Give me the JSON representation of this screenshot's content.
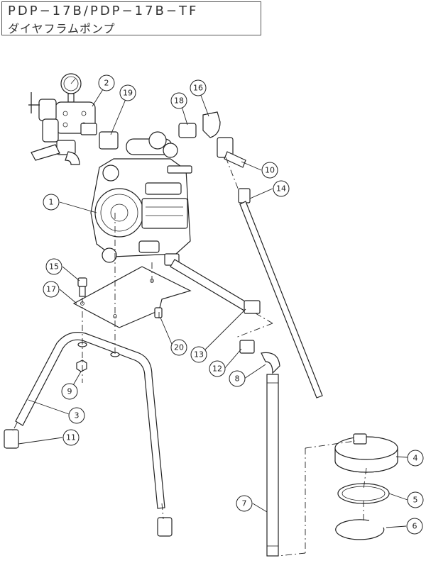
{
  "title": {
    "model": "PDP−17B/PDP−17B−TF",
    "name": "ダイヤフラムポンプ"
  },
  "callouts": [
    "1",
    "2",
    "3",
    "4",
    "5",
    "6",
    "7",
    "8",
    "9",
    "10",
    "11",
    "12",
    "13",
    "14",
    "15",
    "16",
    "17",
    "18",
    "19",
    "20"
  ]
}
